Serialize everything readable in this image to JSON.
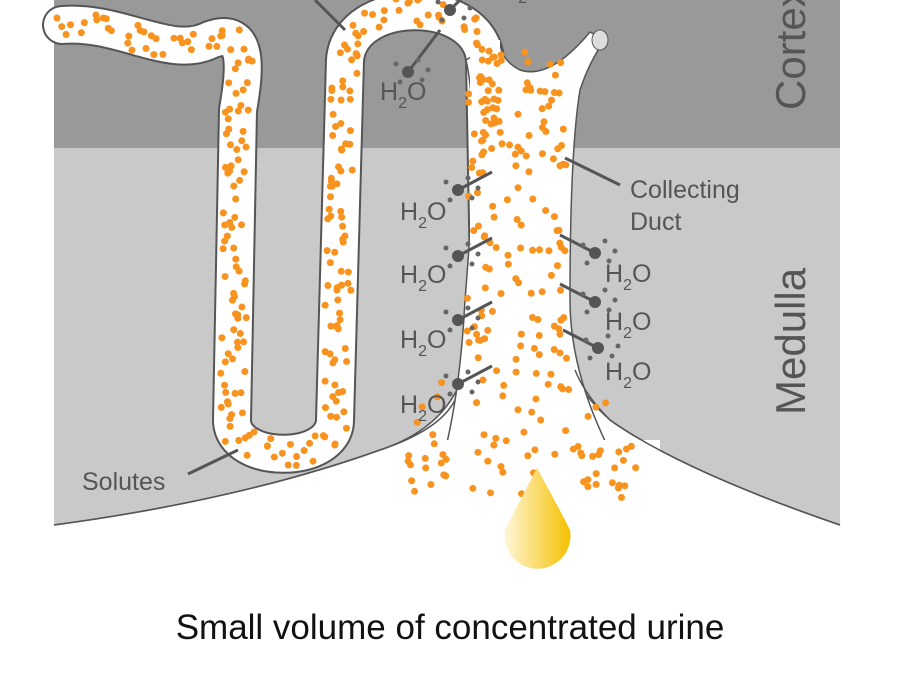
{
  "labels": {
    "cortex": "Cortex",
    "medulla": "Medulla",
    "collecting_duct_line1": "Collecting",
    "collecting_duct_line2": "Duct",
    "solutes": "Solutes",
    "water": "H",
    "water_sub": "2",
    "water_o": "O"
  },
  "caption": "Small volume of concentrated urine",
  "colors": {
    "cortex": "#999999",
    "medulla": "#c9c9c9",
    "solute": "#f7931e",
    "water": "#555555",
    "urine": "#f5c518"
  }
}
